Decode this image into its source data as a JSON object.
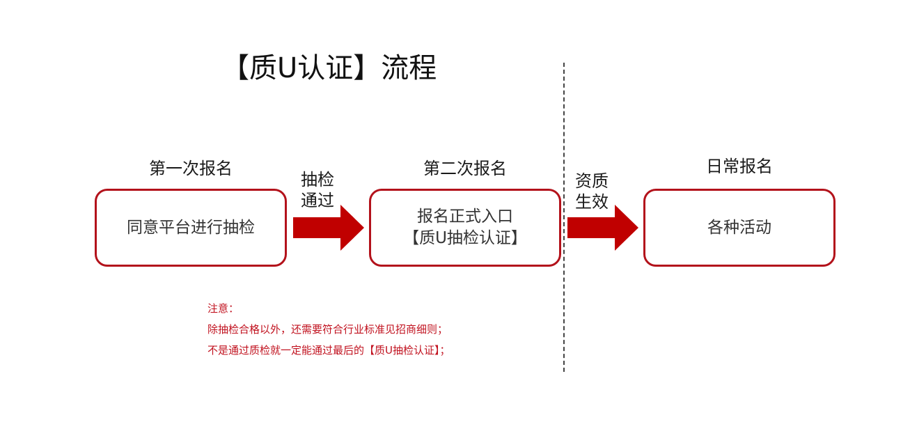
{
  "title": "【质U认证】流程",
  "steps": [
    {
      "label": "第一次报名",
      "box_lines": [
        "同意平台进行抽检"
      ]
    },
    {
      "label": "第二次报名",
      "box_lines": [
        "报名正式入口",
        "【质U抽检认证】"
      ]
    },
    {
      "label": "日常报名",
      "box_lines": [
        "各种活动"
      ]
    }
  ],
  "arrows": [
    {
      "label_lines": [
        "抽检",
        "通过"
      ]
    },
    {
      "label_lines": [
        "资质",
        "生效"
      ]
    }
  ],
  "notes": {
    "heading": "注意：",
    "lines": [
      "除抽检合格以外，还需要符合行业标准见招商细则；",
      "不是通过质检就一定能通过最后的【质U抽检认证】；"
    ]
  },
  "colors": {
    "accent": "#b3121b",
    "arrow": "#c00000",
    "note_text": "#c1121f"
  }
}
